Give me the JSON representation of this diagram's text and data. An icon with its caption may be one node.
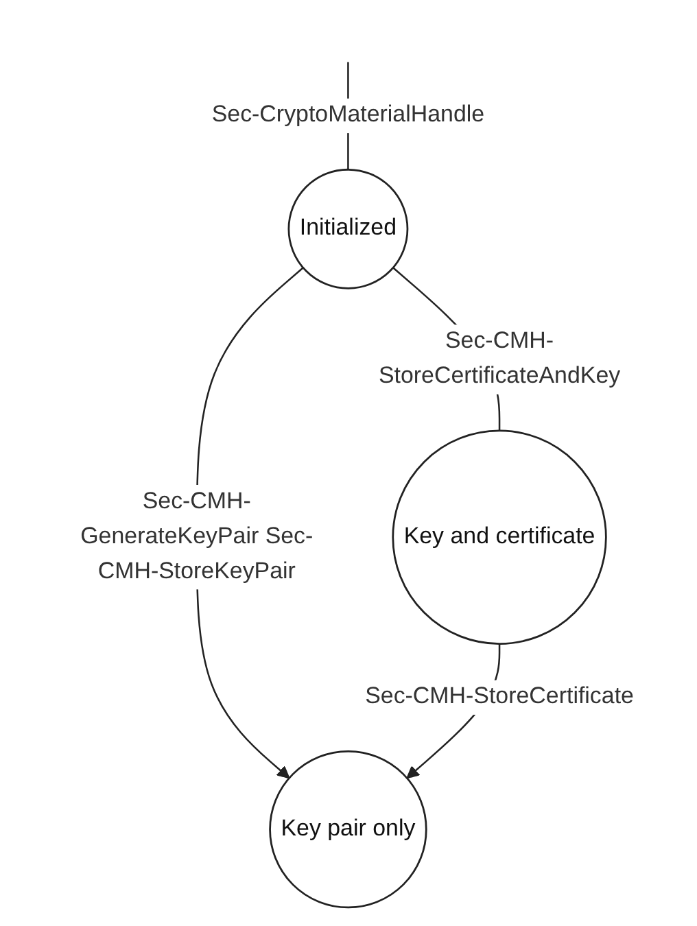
{
  "diagram": {
    "nodes": [
      {
        "text": [
          "Initialized"
        ]
      },
      {
        "text": [
          "Key pair only"
        ]
      },
      {
        "text": [
          "Key and certificate"
        ]
      }
    ],
    "edges": [
      {
        "from": null,
        "to": 0,
        "arrow": "none",
        "label": "Sec-CryptoMaterialHandle"
      },
      {
        "from": 0,
        "to": 1,
        "arrow": "to",
        "label": "Sec-CMH-GenerateKeyPair Sec-CMH-StoreKeyPair"
      },
      {
        "from": 2,
        "to": 1,
        "arrow": "to",
        "label": "Sec-CMH-StoreCertificate"
      },
      {
        "from": 0,
        "to": 2,
        "arrow": "none",
        "label": "Sec-CMH-StoreCertificateAndKey"
      }
    ]
  }
}
